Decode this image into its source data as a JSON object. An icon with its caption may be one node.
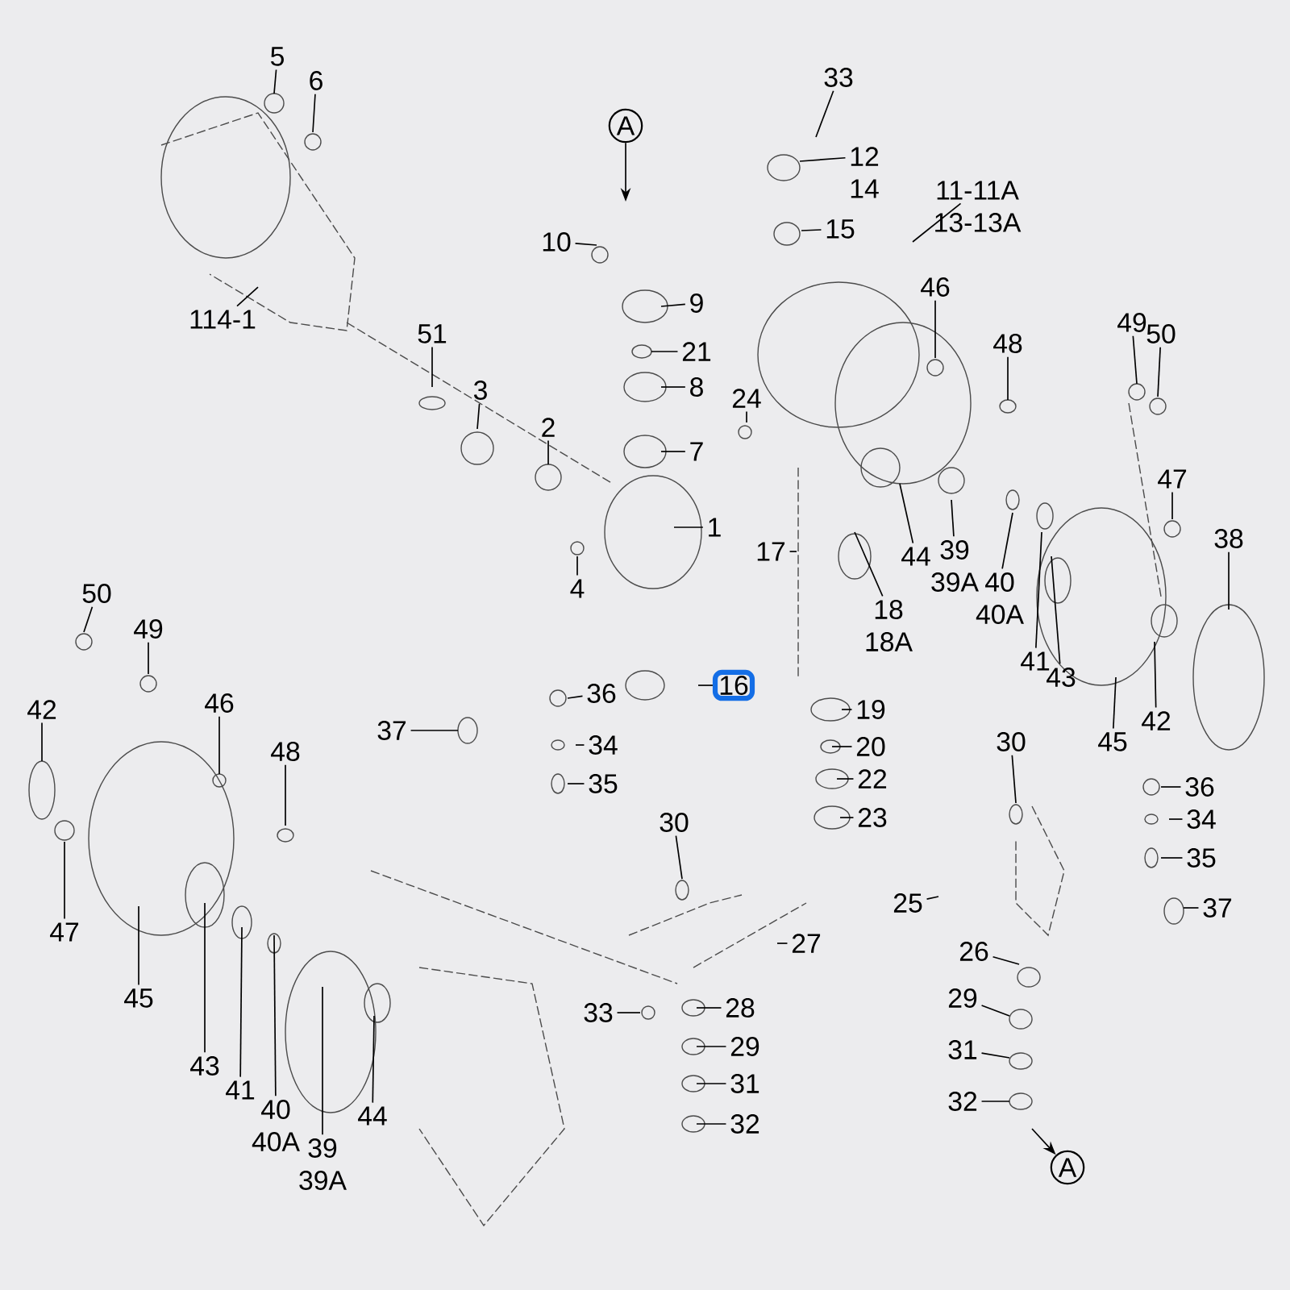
{
  "diagram": {
    "nodes": [
      {
        "text": [
          "5"
        ]
      },
      {
        "text": [
          "6"
        ]
      },
      {
        "text": [
          "114-1"
        ]
      },
      {
        "text": [
          "51"
        ]
      },
      {
        "text": [
          "3"
        ]
      },
      {
        "text": [
          "2"
        ]
      },
      {
        "text": [
          "4"
        ]
      },
      {
        "text": [
          "A"
        ]
      },
      {
        "text": [
          "10"
        ]
      },
      {
        "text": [
          "9"
        ]
      },
      {
        "text": [
          "21"
        ]
      },
      {
        "text": [
          "8"
        ]
      },
      {
        "text": [
          "7"
        ]
      },
      {
        "text": [
          "1"
        ]
      },
      {
        "text": [
          "33"
        ]
      },
      {
        "text": [
          "12"
        ],
        "beside": [
          "14"
        ]
      },
      {
        "text": [
          "15"
        ]
      },
      {
        "text": [
          "11-11A"
        ],
        "beside": [
          "13-13A"
        ]
      },
      {
        "text": [
          "24"
        ]
      },
      {
        "text": [
          "46"
        ]
      },
      {
        "text": [
          "48"
        ]
      },
      {
        "text": [
          "49"
        ]
      },
      {
        "text": [
          "50"
        ]
      },
      {
        "text": [
          "17"
        ]
      },
      {
        "text": [
          "44"
        ]
      },
      {
        "text": [
          "18"
        ],
        "beside": [
          "18A"
        ]
      },
      {
        "text": [
          "39"
        ],
        "beside": [
          "39A"
        ]
      },
      {
        "text": [
          "40"
        ],
        "beside": [
          "40A"
        ]
      },
      {
        "text": [
          "41"
        ]
      },
      {
        "text": [
          "43"
        ]
      },
      {
        "text": [
          "45"
        ]
      },
      {
        "text": [
          "47"
        ]
      },
      {
        "text": [
          "38"
        ]
      },
      {
        "text": [
          "42"
        ]
      },
      {
        "text": [
          "16"
        ]
      },
      {
        "text": [
          "19"
        ]
      },
      {
        "text": [
          "20"
        ]
      },
      {
        "text": [
          "22"
        ]
      },
      {
        "text": [
          "23"
        ]
      },
      {
        "text": [
          "36"
        ]
      },
      {
        "text": [
          "34"
        ]
      },
      {
        "text": [
          "35"
        ]
      },
      {
        "text": [
          "37"
        ]
      },
      {
        "text": [
          "30"
        ]
      },
      {
        "text": [
          "27"
        ]
      },
      {
        "text": [
          "28"
        ]
      },
      {
        "text": [
          "29"
        ]
      },
      {
        "text": [
          "31"
        ]
      },
      {
        "text": [
          "32"
        ]
      },
      {
        "text": [
          "33"
        ]
      },
      {
        "text": [
          "30"
        ]
      },
      {
        "text": [
          "36"
        ]
      },
      {
        "text": [
          "34"
        ]
      },
      {
        "text": [
          "35"
        ]
      },
      {
        "text": [
          "37"
        ]
      },
      {
        "text": [
          "25"
        ]
      },
      {
        "text": [
          "26"
        ]
      },
      {
        "text": [
          "29"
        ]
      },
      {
        "text": [
          "31"
        ]
      },
      {
        "text": [
          "32"
        ]
      },
      {
        "text": [
          "A"
        ]
      },
      {
        "text": [
          "50"
        ]
      },
      {
        "text": [
          "49"
        ]
      },
      {
        "text": [
          "42"
        ]
      },
      {
        "text": [
          "46"
        ]
      },
      {
        "text": [
          "48"
        ]
      },
      {
        "text": [
          "47"
        ]
      },
      {
        "text": [
          "45"
        ]
      },
      {
        "text": [
          "43"
        ]
      },
      {
        "text": [
          "41"
        ]
      },
      {
        "text": [
          "40"
        ],
        "beside": [
          "40A"
        ]
      },
      {
        "text": [
          "39"
        ],
        "beside": [
          "39A"
        ]
      },
      {
        "text": [
          "44"
        ]
      }
    ],
    "edges": [
      {
        "from": 0,
        "to": null,
        "arrow": "none"
      },
      {
        "from": 1,
        "to": null,
        "arrow": "none"
      },
      {
        "from": 2,
        "to": null,
        "arrow": "none"
      },
      {
        "from": 3,
        "to": null,
        "arrow": "none"
      },
      {
        "from": 4,
        "to": null,
        "arrow": "none"
      },
      {
        "from": 5,
        "to": null,
        "arrow": "none"
      },
      {
        "from": 6,
        "to": null,
        "arrow": "none"
      },
      {
        "from": 7,
        "to": null,
        "arrow": "to"
      },
      {
        "from": 8,
        "to": null,
        "arrow": "none"
      },
      {
        "from": 9,
        "to": null,
        "arrow": "none"
      },
      {
        "from": 10,
        "to": null,
        "arrow": "none"
      },
      {
        "from": 11,
        "to": null,
        "arrow": "none"
      },
      {
        "from": 12,
        "to": null,
        "arrow": "none"
      },
      {
        "from": 13,
        "to": null,
        "arrow": "none"
      },
      {
        "from": 14,
        "to": null,
        "arrow": "none"
      },
      {
        "from": 15,
        "to": null,
        "arrow": "none"
      },
      {
        "from": 16,
        "to": null,
        "arrow": "none"
      },
      {
        "from": 17,
        "to": null,
        "arrow": "none"
      },
      {
        "from": 18,
        "to": null,
        "arrow": "none"
      },
      {
        "from": 19,
        "to": null,
        "arrow": "none"
      },
      {
        "from": 20,
        "to": null,
        "arrow": "none"
      },
      {
        "from": 21,
        "to": null,
        "arrow": "none"
      },
      {
        "from": 22,
        "to": null,
        "arrow": "none"
      },
      {
        "from": 23,
        "to": null,
        "arrow": "none"
      },
      {
        "from": 24,
        "to": null,
        "arrow": "none"
      },
      {
        "from": 25,
        "to": null,
        "arrow": "none"
      },
      {
        "from": 26,
        "to": null,
        "arrow": "none"
      },
      {
        "from": 27,
        "to": null,
        "arrow": "none"
      },
      {
        "from": 28,
        "to": null,
        "arrow": "none"
      },
      {
        "from": 29,
        "to": null,
        "arrow": "none"
      },
      {
        "from": 30,
        "to": null,
        "arrow": "none"
      },
      {
        "from": 31,
        "to": null,
        "arrow": "none"
      },
      {
        "from": 32,
        "to": null,
        "arrow": "none"
      },
      {
        "from": 33,
        "to": null,
        "arrow": "none"
      },
      {
        "from": 34,
        "to": null,
        "arrow": "none"
      },
      {
        "from": 35,
        "to": null,
        "arrow": "none"
      },
      {
        "from": 36,
        "to": null,
        "arrow": "none"
      },
      {
        "from": 37,
        "to": null,
        "arrow": "none"
      },
      {
        "from": 38,
        "to": null,
        "arrow": "none"
      },
      {
        "from": 39,
        "to": null,
        "arrow": "none"
      },
      {
        "from": 40,
        "to": null,
        "arrow": "none"
      },
      {
        "from": 41,
        "to": null,
        "arrow": "none"
      },
      {
        "from": 42,
        "to": null,
        "arrow": "none"
      },
      {
        "from": 43,
        "to": null,
        "arrow": "none"
      },
      {
        "from": 44,
        "to": null,
        "arrow": "none"
      },
      {
        "from": 45,
        "to": null,
        "arrow": "none"
      },
      {
        "from": 46,
        "to": null,
        "arrow": "none"
      },
      {
        "from": 47,
        "to": null,
        "arrow": "none"
      },
      {
        "from": 48,
        "to": null,
        "arrow": "none"
      },
      {
        "from": 49,
        "to": null,
        "arrow": "none"
      },
      {
        "from": 50,
        "to": null,
        "arrow": "none"
      },
      {
        "from": 51,
        "to": null,
        "arrow": "none"
      },
      {
        "from": 52,
        "to": null,
        "arrow": "none"
      },
      {
        "from": 53,
        "to": null,
        "arrow": "none"
      },
      {
        "from": 54,
        "to": null,
        "arrow": "none"
      },
      {
        "from": 55,
        "to": null,
        "arrow": "none"
      },
      {
        "from": 56,
        "to": null,
        "arrow": "none"
      },
      {
        "from": 57,
        "to": null,
        "arrow": "none"
      },
      {
        "from": 58,
        "to": null,
        "arrow": "none"
      },
      {
        "from": 59,
        "to": null,
        "arrow": "none"
      },
      {
        "from": null,
        "to": 60,
        "arrow": "to"
      },
      {
        "from": 61,
        "to": null,
        "arrow": "none"
      },
      {
        "from": 62,
        "to": null,
        "arrow": "none"
      },
      {
        "from": 63,
        "to": null,
        "arrow": "none"
      },
      {
        "from": 64,
        "to": null,
        "arrow": "none"
      },
      {
        "from": 65,
        "to": null,
        "arrow": "none"
      },
      {
        "from": 66,
        "to": null,
        "arrow": "none"
      },
      {
        "from": 67,
        "to": null,
        "arrow": "none"
      },
      {
        "from": 68,
        "to": null,
        "arrow": "none"
      },
      {
        "from": 69,
        "to": null,
        "arrow": "none"
      },
      {
        "from": 70,
        "to": null,
        "arrow": "none"
      },
      {
        "from": 71,
        "to": null,
        "arrow": "none"
      },
      {
        "from": 72,
        "to": null,
        "arrow": "none"
      }
    ]
  }
}
